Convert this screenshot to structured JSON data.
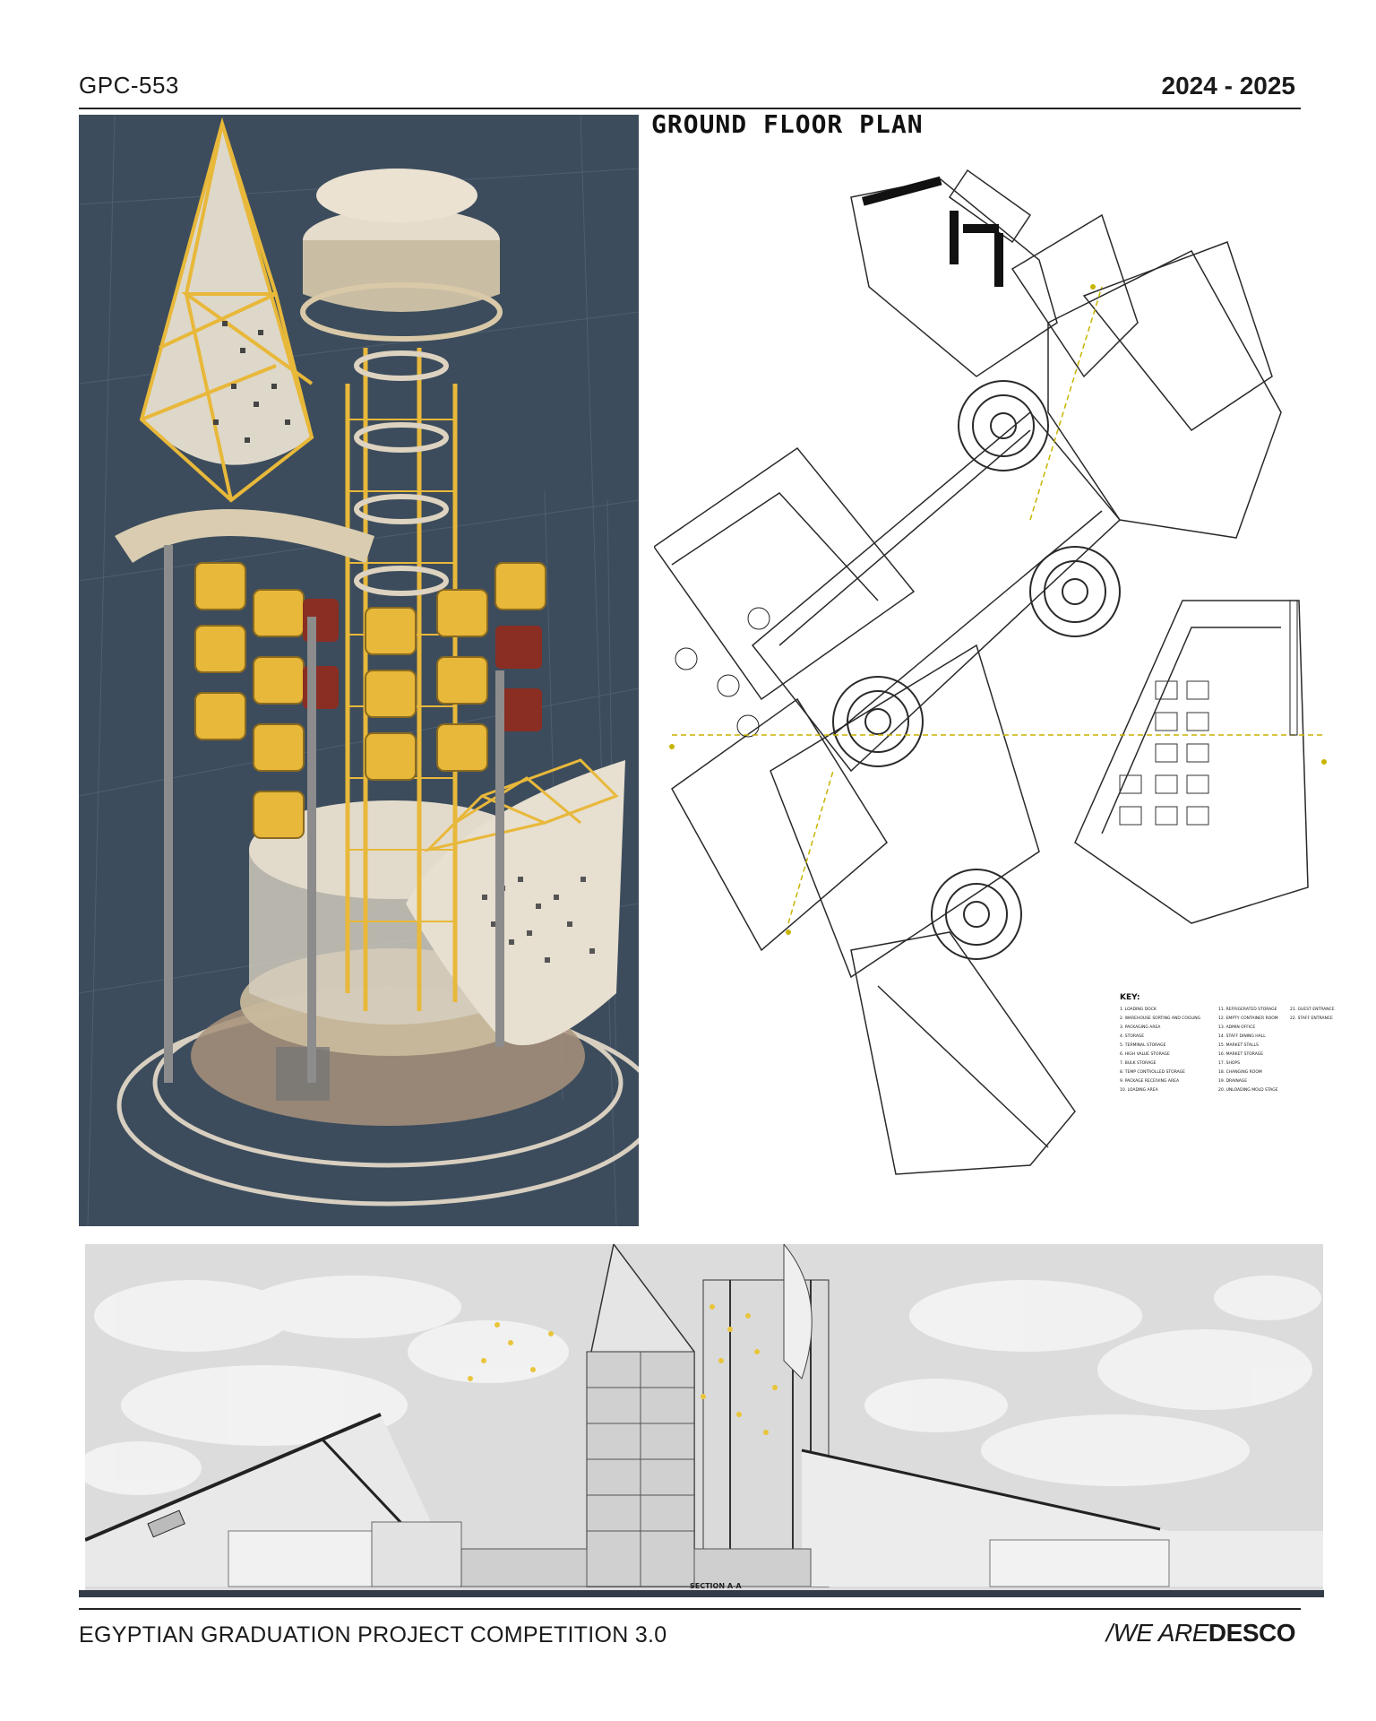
{
  "header": {
    "code": "GPC-553",
    "years": "2024 - 2025"
  },
  "plan": {
    "title": "GROUND FLOOR PLAN",
    "key_title": "KEY:",
    "key_col1": [
      "1. LOADING DOCK",
      "2. WAREHOUSE SORTING AND COOLING",
      "3. PACKAGING AREA",
      "4. STORAGE",
      "5. TERMINAL STORAGE",
      "6. HIGH VALUE STORAGE",
      "7. BULK STORAGE",
      "8. TEMP CONTROLLED STORAGE",
      "9. PACKAGE RECEIVING AREA",
      "10. LOADING AREA"
    ],
    "key_col2": [
      "11. REFRIGERATED STORAGE",
      "12. EMPTY CONTAINER ROOM",
      "13. ADMIN OFFICE",
      "14. STAFF DINING HALL",
      "15. MARKET STALLS",
      "16. MARKET STORAGE",
      "17. SHOPS",
      "18. CHANGING ROOM",
      "19. DRAINAGE",
      "20. UNLOADING MOLD STAGE"
    ],
    "key_col3": [
      "21. GUEST ENTRANCE",
      "22. STAFF ENTRANCE"
    ]
  },
  "section": {
    "label": "SECTION A-A"
  },
  "footer": {
    "competition": "EGYPTIAN GRADUATION PROJECT COMPETITION 3.0",
    "slash": "/",
    "we_are": "WE ARE",
    "brand": "DESCO"
  },
  "colors": {
    "axo_background": "#3c4c5c",
    "gold": "#e8b83a",
    "beige": "#d9c9a8",
    "plan_line": "#2a2a2a",
    "dash_yellow": "#c8b400"
  }
}
